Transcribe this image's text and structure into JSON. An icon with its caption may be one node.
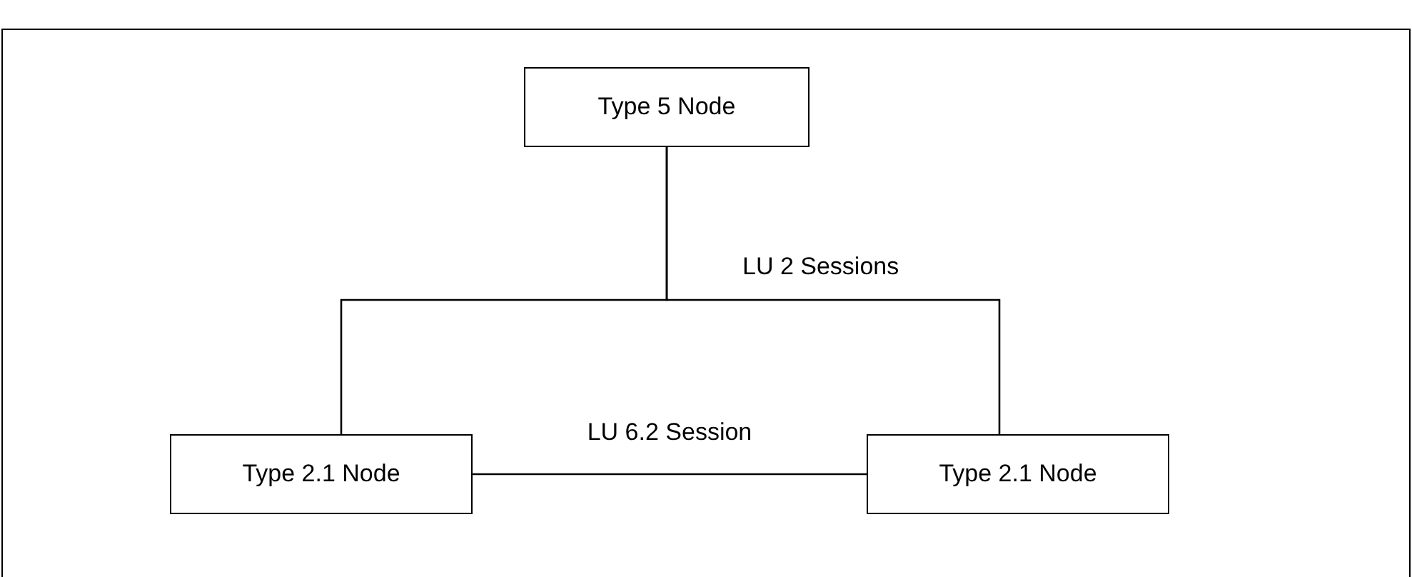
{
  "diagram": {
    "nodes": [
      {
        "text": [
          "Type 5 Node"
        ]
      },
      {
        "text": [
          "Type 2.1 Node"
        ]
      },
      {
        "text": [
          "Type 2.1 Node"
        ]
      }
    ],
    "edges": [
      {
        "from": 0,
        "to": 1,
        "arrow": "none"
      },
      {
        "from": 0,
        "to": 2,
        "arrow": "none"
      },
      {
        "from": 1,
        "to": 2,
        "arrow": "none",
        "label": "LU 6.2 Session"
      }
    ],
    "labels": [
      "LU 2 Sessions"
    ]
  }
}
